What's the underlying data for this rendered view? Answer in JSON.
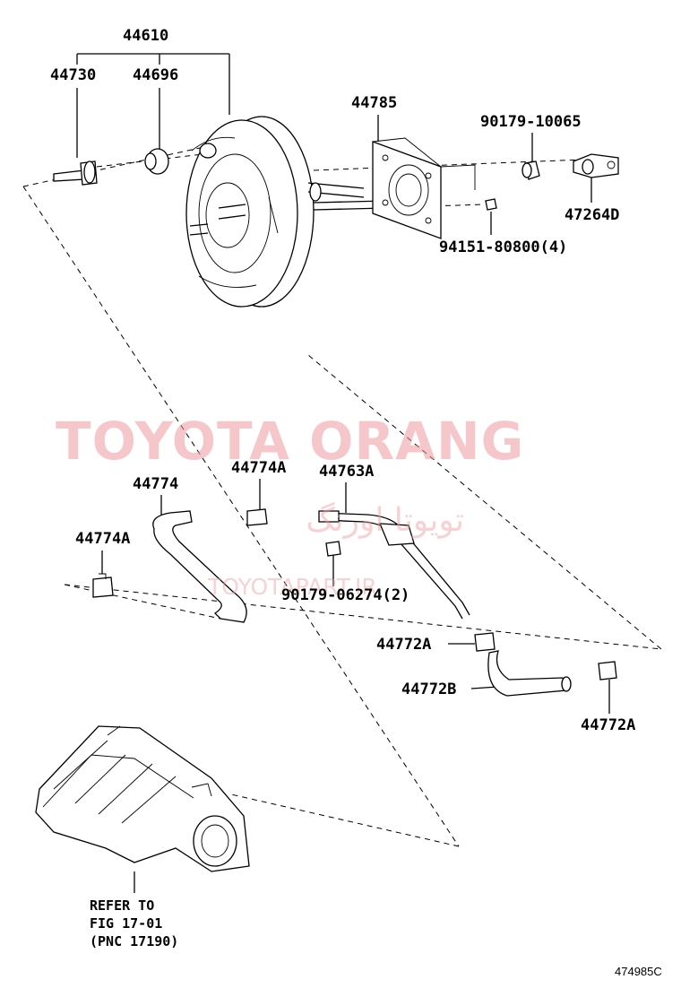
{
  "colors": {
    "watermark": "#f09aa0",
    "line": "#000000"
  },
  "labels": {
    "assy_44610": "44610",
    "p44730": "44730",
    "p44696": "44696",
    "p44785": "44785",
    "p90179_10065": "90179-10065",
    "p47264D": "47264D",
    "p94151": "94151-80800(4)",
    "p44774": "44774",
    "p44774A_top": "44774A",
    "p44763A": "44763A",
    "p44774A_left": "44774A",
    "p90179_06274": "90179-06274(2)",
    "p44772A_mid": "44772A",
    "p44772B": "44772B",
    "p44772A_right": "44772A"
  },
  "note": {
    "line1": "REFER TO",
    "line2": "FIG 17-01",
    "line3": "(PNC 17190)"
  },
  "watermark": {
    "main": "TOYOTA ORANG",
    "persian": "تویوتا اورنگ",
    "url": "TOYOTAPART.IR"
  },
  "diagram_id": "474985C"
}
